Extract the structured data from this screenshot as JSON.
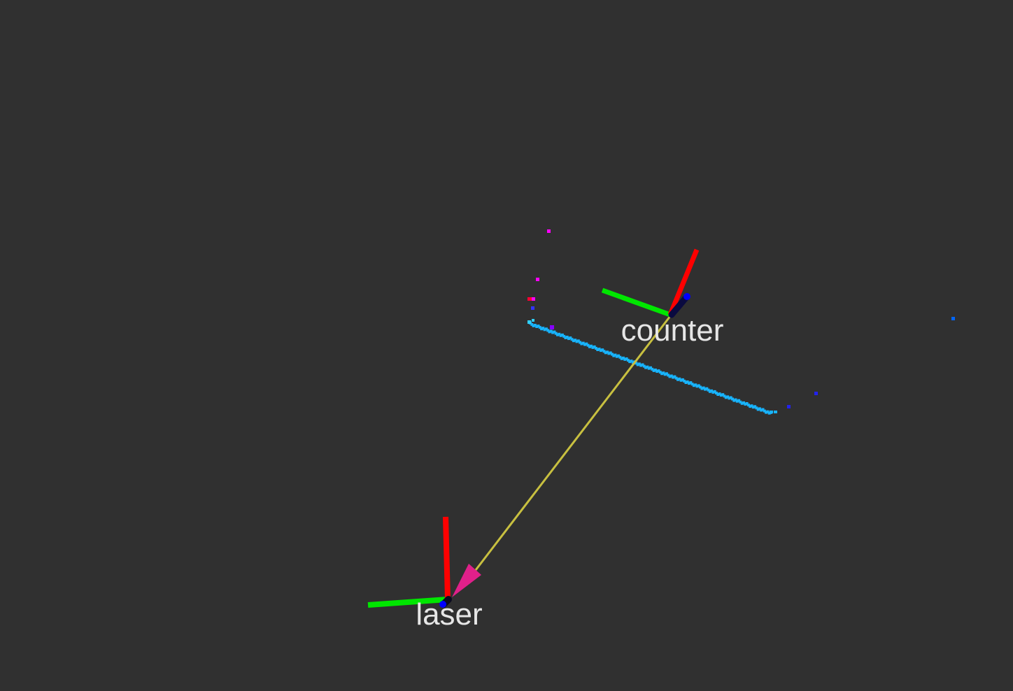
{
  "viewport": {
    "background_color": "#303030"
  },
  "frames": [
    {
      "id": "counter",
      "label": "counter",
      "axis_colors": {
        "x": "#ff0000",
        "y": "#00e600",
        "z": "#0000ff"
      }
    },
    {
      "id": "laser",
      "label": "laser",
      "axis_colors": {
        "x": "#ff0000",
        "y": "#00e600",
        "z": "#0000ff"
      }
    }
  ],
  "tf_link": {
    "parent": "counter",
    "child": "laser",
    "line_color": "#c8c040",
    "arrow_color": "#e0208a"
  },
  "point_cloud": {
    "primary_color": "#18b4ff",
    "outlier_colors": [
      "#ff00ff",
      "#ff0033",
      "#3333ff",
      "#0066ff",
      "#2222ee",
      "#8800ff"
    ]
  }
}
